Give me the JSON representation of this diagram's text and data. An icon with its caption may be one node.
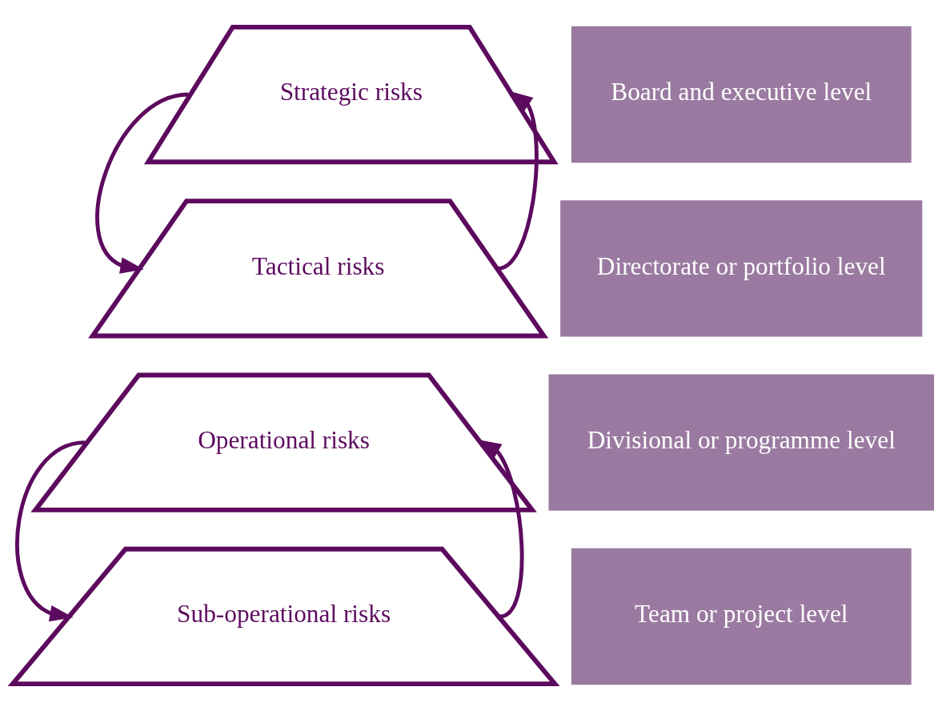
{
  "diagram": {
    "nodes": [
      {
        "text": [
          "Strategic risks"
        ]
      },
      {
        "text": [
          "Board and executive level"
        ]
      },
      {
        "text": [
          "Tactical risks"
        ]
      },
      {
        "text": [
          "Directorate or portfolio level"
        ]
      },
      {
        "text": [
          "Operational risks"
        ]
      },
      {
        "text": [
          "Divisional or programme level"
        ]
      },
      {
        "text": [
          "Sub-operational risks"
        ]
      },
      {
        "text": [
          "Team or project level"
        ]
      }
    ],
    "edges": [
      {
        "from": 0,
        "to": 2,
        "arrow": "to"
      },
      {
        "from": 2,
        "to": 0,
        "arrow": "to"
      },
      {
        "from": 4,
        "to": 6,
        "arrow": "to"
      },
      {
        "from": 6,
        "to": 4,
        "arrow": "to"
      }
    ]
  }
}
